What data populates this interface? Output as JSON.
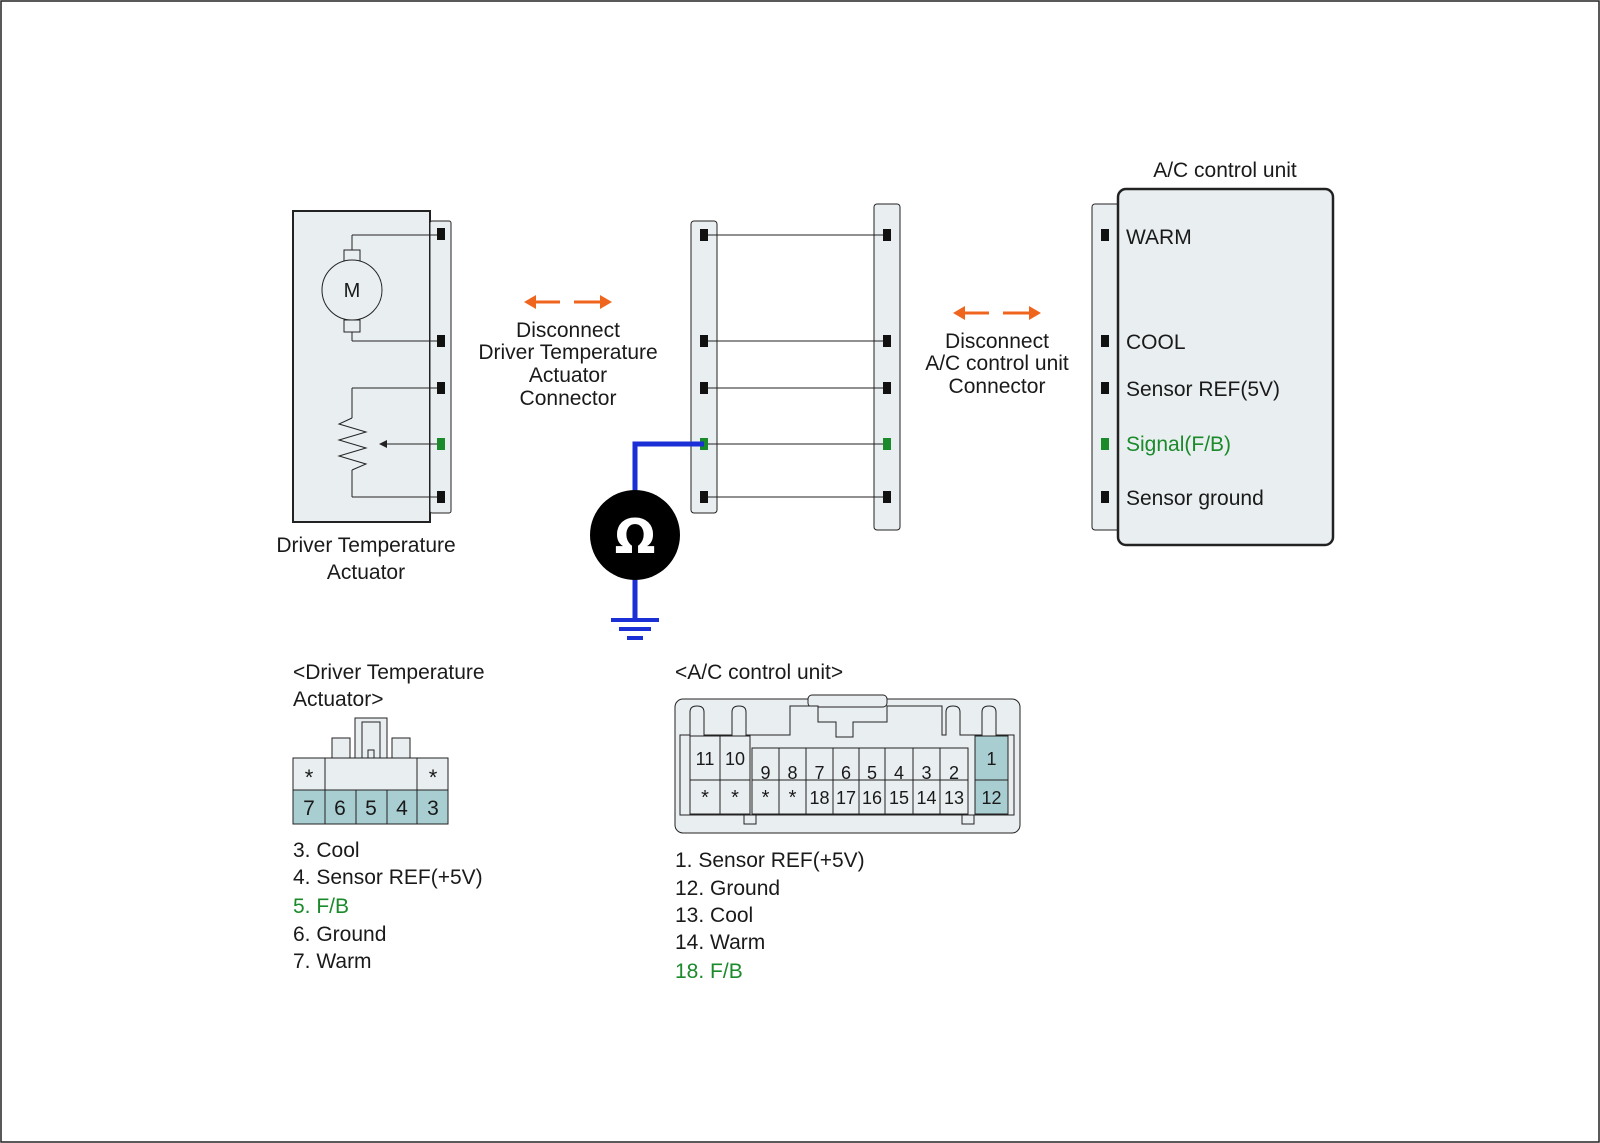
{
  "colors": {
    "green": "#1a8a2a",
    "blue": "#1a2fd6",
    "orange": "#f0651e",
    "panel": "#e9eef0",
    "pin_highlight": "#a9ced2"
  },
  "actuator": {
    "motor_symbol": "M",
    "caption_line1": "Driver Temperature",
    "caption_line2": "Actuator"
  },
  "disconnect_left": {
    "line1": "Disconnect",
    "line2": "Driver Temperature",
    "line3": "Actuator",
    "line4": "Connector"
  },
  "disconnect_right": {
    "line1": "Disconnect",
    "line2": "A/C control unit",
    "line3": "Connector"
  },
  "acu": {
    "title": "A/C control unit",
    "pins": [
      "WARM",
      "COOL",
      "Sensor REF(5V)",
      "Signal(F/B)",
      "Sensor ground"
    ]
  },
  "meter": {
    "symbol": "Ω"
  },
  "actuator_connector": {
    "title_line1": "<Driver Temperature",
    "title_line2": "Actuator>",
    "top_row": [
      "*",
      "*"
    ],
    "bottom_row": [
      "7",
      "6",
      "5",
      "4",
      "3"
    ],
    "legend": [
      "3. Cool",
      "4. Sensor REF(+5V)",
      "5. F/B",
      "6. Ground",
      "7. Warm"
    ]
  },
  "acu_connector": {
    "title": "<A/C control unit>",
    "top_row": [
      "11",
      "10",
      "9",
      "8",
      "7",
      "6",
      "5",
      "4",
      "3",
      "2",
      "1"
    ],
    "bottom_row": [
      "*",
      "*",
      "*",
      "*",
      "18",
      "17",
      "16",
      "15",
      "14",
      "13",
      "12"
    ],
    "legend": [
      "1. Sensor REF(+5V)",
      "12. Ground",
      "13. Cool",
      "14. Warm",
      "18. F/B"
    ]
  }
}
